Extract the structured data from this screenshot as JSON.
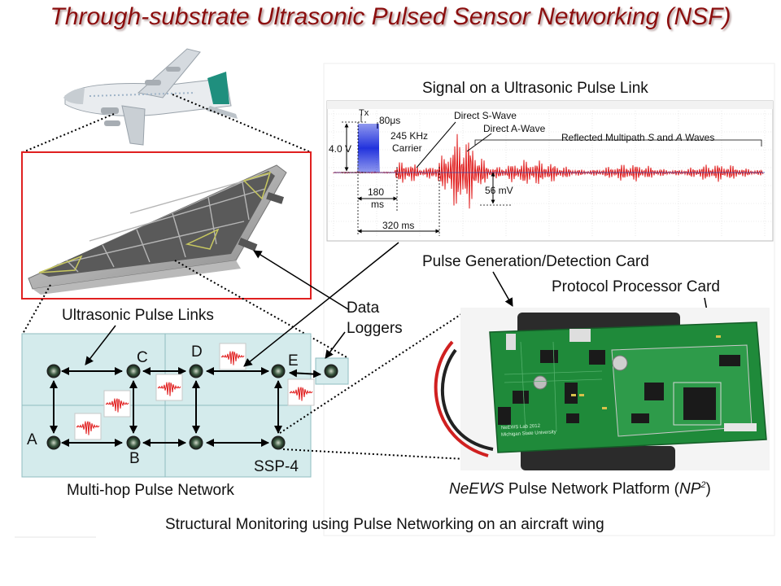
{
  "title": "Through-substrate Ultrasonic Pulsed Sensor Networking (NSF)",
  "signal": {
    "heading": "Signal on a Ultrasonic Pulse Link",
    "tx": "Tx",
    "pulse_width": "80μs",
    "carrier_freq": "245 KHz",
    "carrier": "Carrier",
    "amplitude_tx": "4.0 V",
    "direct_s": "Direct S-Wave",
    "direct_a": "Direct A-Wave",
    "reflected_prefix": "Reflected Multipath ",
    "reflected_s": "S",
    "reflected_and": " and ",
    "reflected_a": "A",
    "reflected_suffix": " Waves",
    "delay_1": "180",
    "delay_1_unit": "ms",
    "delay_2": "320 ms",
    "amplitude_rx": "56 mV"
  },
  "cards": {
    "pulse_gen": "Pulse Generation/Detection Card",
    "protocol": "Protocol Processor Card"
  },
  "loggers": {
    "line1": "Data",
    "line2": "Loggers"
  },
  "network": {
    "links_label": "Ultrasonic Pulse Links",
    "caption": "Multi-hop Pulse Network",
    "node_a": "A",
    "node_b": "B",
    "node_c": "C",
    "node_d": "D",
    "node_e": "E",
    "node_ssp": "SSP-4"
  },
  "platform": {
    "name": "NeEWS",
    "middle": " Pulse Network Platform (",
    "abbr": "NP",
    "sup": "2",
    "end": ")"
  },
  "board_text": {
    "credit_1": "NeEWS Lab 2012",
    "credit_2": "Michigan State University"
  },
  "footer": "Structural Monitoring using Pulse Networking on an aircraft wing",
  "colors": {
    "title": "#8b0e0e",
    "tx_pulse": "#2233dd",
    "rx_wave": "#e01b1b",
    "board": "#1f8a3a",
    "grid_fill": "#d4ebec",
    "wing_frame": "#e02020"
  },
  "icons": [
    "airplane-icon",
    "wing-icon",
    "sensor-node-icon",
    "circuit-board-icon",
    "waveform-icon"
  ]
}
